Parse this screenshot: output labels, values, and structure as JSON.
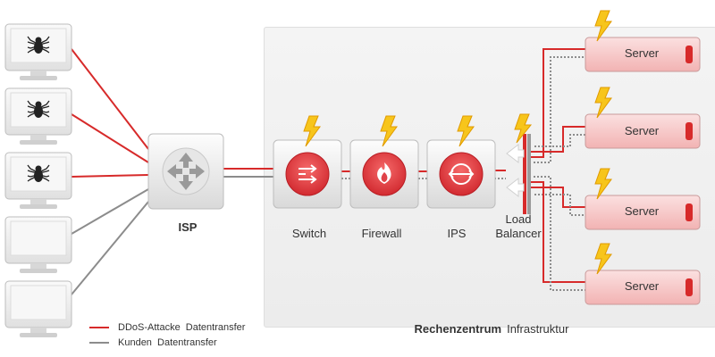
{
  "colors": {
    "ddos_red": "#d72a2a",
    "customer_gray": "#8c8c8c",
    "server_fill": "#f6c4c4",
    "device_icon": "#e0434a"
  },
  "legend": {
    "ddos": "DDoS-Attacke  Datentransfer",
    "customer": "Kunden  Datentransfer"
  },
  "isp": {
    "label": "ISP"
  },
  "clients": [
    {
      "name": "client-attacker-1",
      "icon": "spider-icon",
      "attack": true
    },
    {
      "name": "client-attacker-2",
      "icon": "spider-icon",
      "attack": true
    },
    {
      "name": "client-attacker-3",
      "icon": "spider-icon",
      "attack": true
    },
    {
      "name": "client-customer-1",
      "icon": "",
      "attack": false
    },
    {
      "name": "client-customer-2",
      "icon": "",
      "attack": false
    }
  ],
  "devices": [
    {
      "key": "switch",
      "label": "Switch",
      "icon": "switch-arrows-icon"
    },
    {
      "key": "firewall",
      "label": "Firewall",
      "icon": "flame-icon"
    },
    {
      "key": "ips",
      "label": "IPS",
      "icon": "shield-arrow-icon"
    }
  ],
  "load_balancer": {
    "label_line1": "Load",
    "label_line2": "Balancer"
  },
  "servers": [
    {
      "label": "Server"
    },
    {
      "label": "Server"
    },
    {
      "label": "Server"
    },
    {
      "label": "Server"
    }
  ],
  "datacenter": {
    "title_bold": "Rechenzentrum",
    "title_rest": "Infrastruktur"
  }
}
